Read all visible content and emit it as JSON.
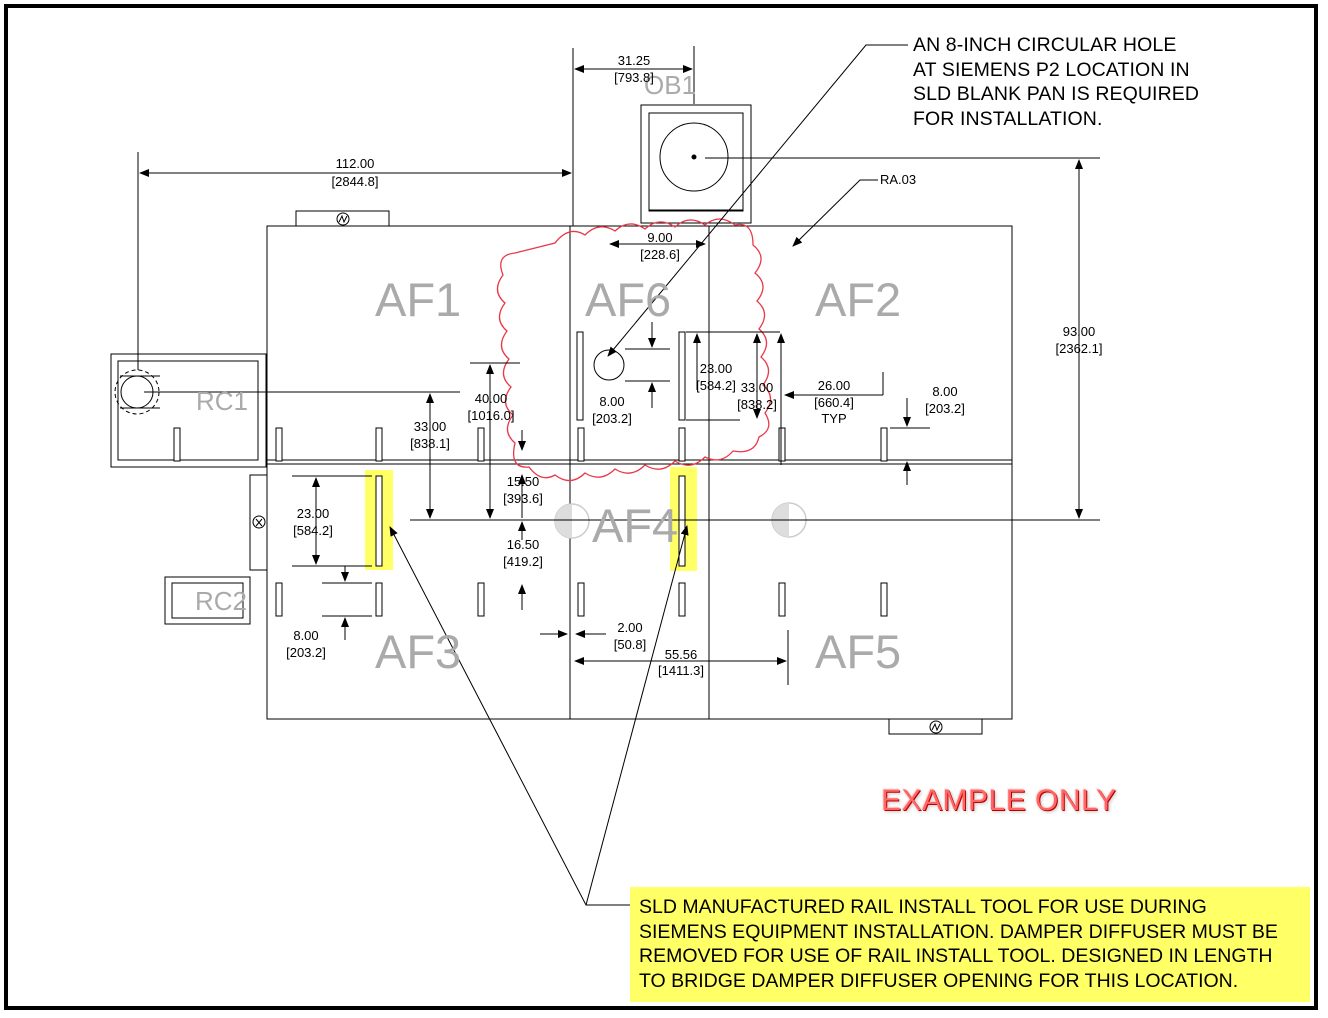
{
  "zones": {
    "af1": "AF1",
    "af2": "AF2",
    "af3": "AF3",
    "af4": "AF4",
    "af5": "AF5",
    "af6": "AF6",
    "rc1": "RC1",
    "rc2": "RC2",
    "ob1": "OB1"
  },
  "revision": "RA.03",
  "dimensions": {
    "d_112": "112.00",
    "d_112_mm": "[2844.8]",
    "d_31": "31.25",
    "d_31_mm": "[793.8]",
    "d_9": "9.00",
    "d_9_mm": "[228.6]",
    "d_93": "93.00",
    "d_93_mm": "[2362.1]",
    "d_40": "40.00",
    "d_40_mm": "[1016.0]",
    "d_33a": "33.00",
    "d_33a_mm": "[838.1]",
    "d_8a": "8.00",
    "d_8a_mm": "[203.2]",
    "d_23a": "23.00",
    "d_23a_mm": "[584.2]",
    "d_33b": "33.00",
    "d_33b_mm": "[838.2]",
    "d_26": "26.00",
    "d_26_mm": "[660.4]",
    "d_26_typ": "TYP",
    "d_8b": "8.00",
    "d_8b_mm": "[203.2]",
    "d_15": "15.50",
    "d_15_mm": "[393.6]",
    "d_16": "16.50",
    "d_16_mm": "[419.2]",
    "d_23b": "23.00",
    "d_23b_mm": "[584.2]",
    "d_8c": "8.00",
    "d_8c_mm": "[203.2]",
    "d_2": "2.00",
    "d_2_mm": "[50.8]",
    "d_55": "55.56",
    "d_55_mm": "[1411.3]"
  },
  "notes": {
    "top": [
      "AN 8-INCH CIRCULAR HOLE",
      "AT SIEMENS P2 LOCATION IN",
      "SLD BLANK PAN IS REQUIRED",
      "FOR INSTALLATION."
    ],
    "bottom": [
      "SLD MANUFACTURED RAIL INSTALL TOOL FOR USE DURING",
      "SIEMENS EQUIPMENT INSTALLATION. DAMPER DIFFUSER MUST BE",
      "REMOVED FOR USE OF RAIL INSTALL TOOL. DESIGNED IN LENGTH",
      "TO BRIDGE DAMPER DIFFUSER OPENING FOR THIS LOCATION."
    ],
    "stamp": "EXAMPLE ONLY"
  },
  "colors": {
    "line": "#000000",
    "zone_label": "#aaaaaa",
    "revision_cloud": "#e8394a",
    "highlight": "#ffff66",
    "stamp": "#ff6666"
  }
}
